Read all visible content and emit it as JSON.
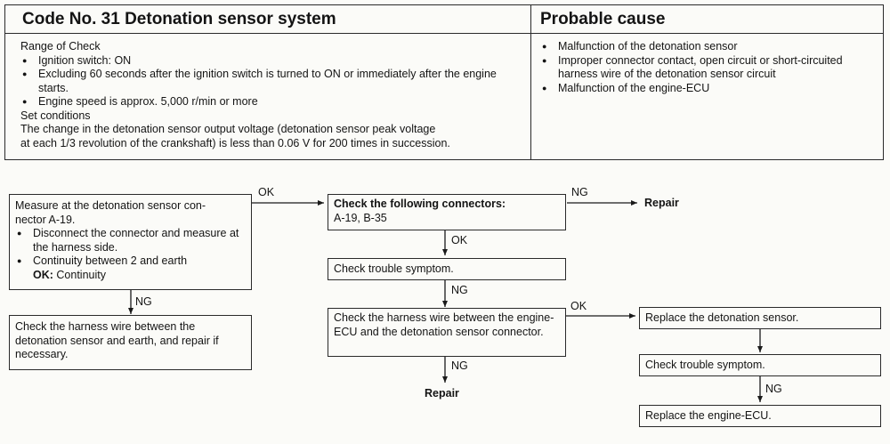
{
  "header": {
    "code_title": "Code No. 31 Detonation sensor system",
    "cause_title": "Probable cause"
  },
  "check": {
    "range_heading": "Range of Check",
    "range_items": [
      "Ignition switch: ON",
      "Excluding 60 seconds after the ignition switch is turned to ON or immediately after the engine starts.",
      "Engine speed is approx. 5,000 r/min or more"
    ],
    "set_heading": "Set conditions",
    "set_text_1": "The change in the detonation sensor output voltage (detonation sensor peak voltage",
    "set_text_2": "at each 1/3 revolution of the crankshaft) is less than 0.06 V for 200 times in succession."
  },
  "causes": [
    "Malfunction of the detonation sensor",
    "Improper connector contact, open circuit or short-circuited harness wire of the detonation sensor circuit",
    "Malfunction of the engine-ECU"
  ],
  "flow": {
    "measure": {
      "line1": "Measure at the detonation sensor con-",
      "line2": "nector A-19.",
      "items": [
        "Disconnect the connector and measure at the harness side.",
        "Continuity between 2 and earth"
      ],
      "ok_label": "OK:",
      "ok_value": "Continuity"
    },
    "harness_earth": "Check the harness wire between the detonation sensor and earth, and repair if necessary.",
    "connectors_heading": "Check the following connectors:",
    "connectors_list": "A-19, B-35",
    "trouble_1": "Check trouble symptom.",
    "harness_ecu": "Check the harness wire between the engine-ECU and the detonation sensor connector.",
    "replace_sensor": "Replace the detonation sensor.",
    "trouble_2": "Check trouble symptom.",
    "replace_ecu": "Replace the engine-ECU.",
    "repair_1": "Repair",
    "repair_2": "Repair",
    "labels": {
      "ok_1": "OK",
      "ng_1": "NG",
      "ng_2": "NG",
      "ok_2": "OK",
      "ng_3": "NG",
      "ok_3": "OK",
      "ng_4": "NG",
      "ng_5": "NG"
    }
  }
}
